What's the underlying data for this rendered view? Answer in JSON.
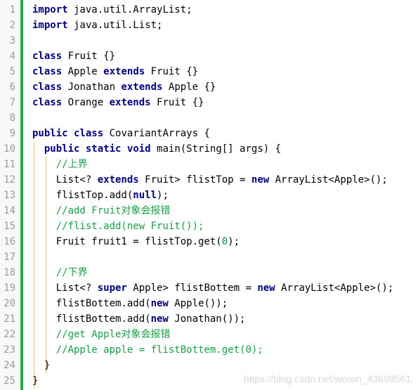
{
  "editor": {
    "line_numbers": [
      "1",
      "2",
      "3",
      "4",
      "5",
      "6",
      "7",
      "8",
      "9",
      "10",
      "11",
      "12",
      "13",
      "14",
      "15",
      "16",
      "17",
      "18",
      "19",
      "20",
      "21",
      "22",
      "23",
      "24",
      "25"
    ],
    "lines": [
      [
        {
          "t": "import",
          "c": "kw"
        },
        {
          "t": " java.util.ArrayList;"
        }
      ],
      [
        {
          "t": "import",
          "c": "kw"
        },
        {
          "t": " java.util.List;"
        }
      ],
      [],
      [
        {
          "t": "class",
          "c": "kw"
        },
        {
          "t": " Fruit {}"
        }
      ],
      [
        {
          "t": "class",
          "c": "kw"
        },
        {
          "t": " Apple "
        },
        {
          "t": "extends",
          "c": "kw"
        },
        {
          "t": " Fruit {}"
        }
      ],
      [
        {
          "t": "class",
          "c": "kw"
        },
        {
          "t": " Jonathan "
        },
        {
          "t": "extends",
          "c": "kw"
        },
        {
          "t": " Apple {}"
        }
      ],
      [
        {
          "t": "class",
          "c": "kw"
        },
        {
          "t": " Orange "
        },
        {
          "t": "extends",
          "c": "kw"
        },
        {
          "t": " Fruit {}"
        }
      ],
      [],
      [
        {
          "t": "public",
          "c": "kw"
        },
        {
          "t": " "
        },
        {
          "t": "class",
          "c": "kw"
        },
        {
          "t": " CovariantArrays {"
        }
      ],
      [
        {
          "t": "  "
        },
        {
          "t": "public",
          "c": "kw"
        },
        {
          "t": " "
        },
        {
          "t": "static",
          "c": "kw"
        },
        {
          "t": " "
        },
        {
          "t": "void",
          "c": "kw"
        },
        {
          "t": " main(String[] args) {"
        }
      ],
      [
        {
          "t": "    "
        },
        {
          "t": "//上界",
          "c": "cm"
        }
      ],
      [
        {
          "t": "    List<? "
        },
        {
          "t": "extends",
          "c": "kw"
        },
        {
          "t": " Fruit> flistTop = "
        },
        {
          "t": "new",
          "c": "kw"
        },
        {
          "t": " ArrayList<Apple>();"
        }
      ],
      [
        {
          "t": "    flistTop.add("
        },
        {
          "t": "null",
          "c": "kw"
        },
        {
          "t": ");"
        }
      ],
      [
        {
          "t": "    "
        },
        {
          "t": "//add Fruit对象会报错",
          "c": "cm"
        }
      ],
      [
        {
          "t": "    "
        },
        {
          "t": "//flist.add(new Fruit());",
          "c": "cm"
        }
      ],
      [
        {
          "t": "    Fruit fruit1 = flistTop.get("
        },
        {
          "t": "0",
          "c": "num"
        },
        {
          "t": ");"
        }
      ],
      [],
      [
        {
          "t": "    "
        },
        {
          "t": "//下界",
          "c": "cm"
        }
      ],
      [
        {
          "t": "    List<? "
        },
        {
          "t": "super",
          "c": "kw"
        },
        {
          "t": " Apple> flistBottem = "
        },
        {
          "t": "new",
          "c": "kw"
        },
        {
          "t": " ArrayList<Apple>();"
        }
      ],
      [
        {
          "t": "    flistBottem.add("
        },
        {
          "t": "new",
          "c": "kw"
        },
        {
          "t": " Apple());"
        }
      ],
      [
        {
          "t": "    flistBottem.add("
        },
        {
          "t": "new",
          "c": "kw"
        },
        {
          "t": " Jonathan());"
        }
      ],
      [
        {
          "t": "    "
        },
        {
          "t": "//get Apple对象会报错",
          "c": "cm"
        }
      ],
      [
        {
          "t": "    "
        },
        {
          "t": "//Apple apple = flistBottem.get(0);",
          "c": "cm"
        }
      ],
      [
        {
          "t": "  }"
        }
      ],
      [
        {
          "t": "}"
        }
      ]
    ]
  },
  "colors": {
    "keyword": "#000080",
    "comment": "#1a9e46",
    "number": "#098658",
    "gutter_bar": "#2ea44f"
  },
  "watermark": "https://blog.csdn.net/weixin_43698561"
}
